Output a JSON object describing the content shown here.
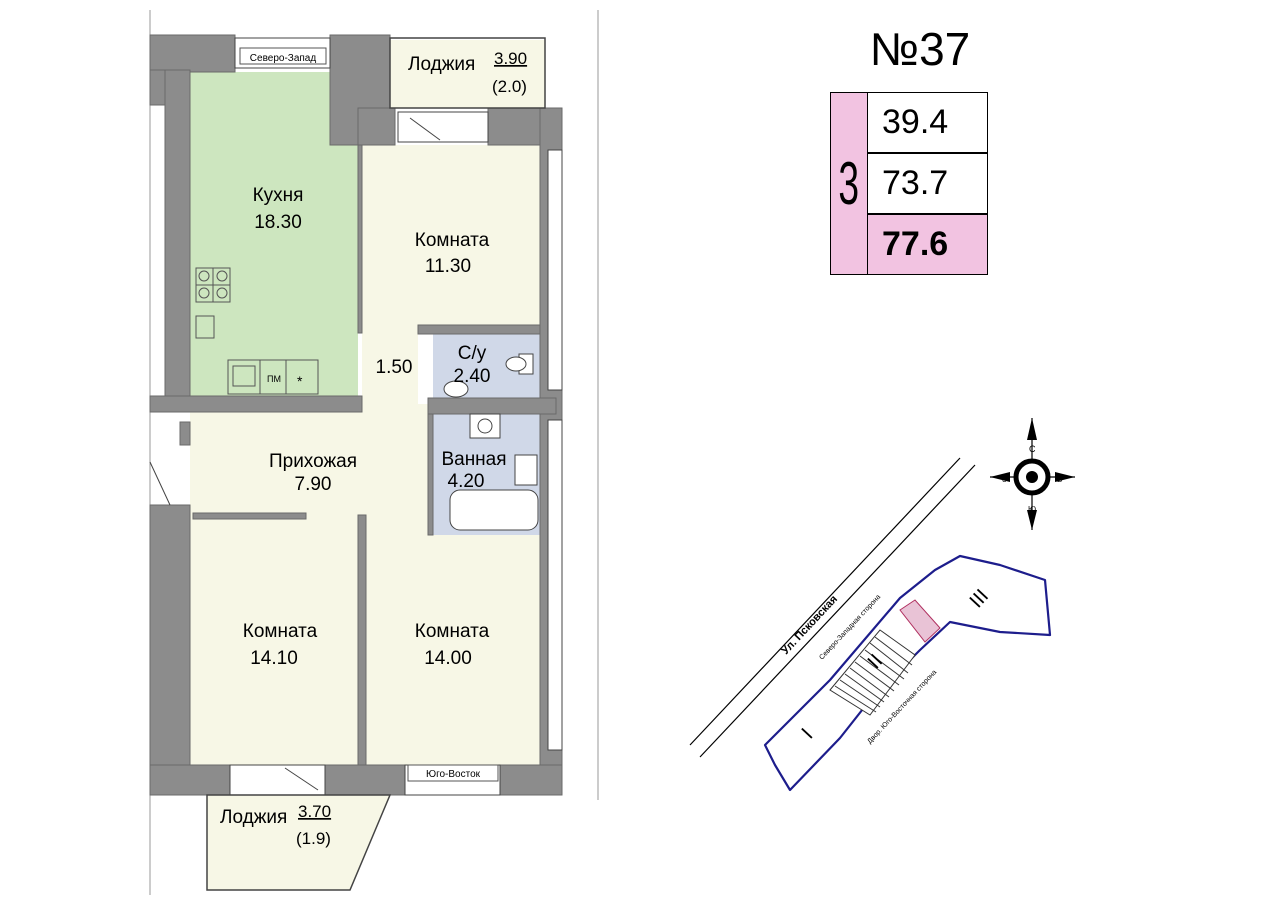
{
  "apartment": {
    "number_label": "№37",
    "rooms_count": "3",
    "living_area": "39.4",
    "total_area": "73.7",
    "total_with_loggia": "77.6"
  },
  "directions": {
    "north_west": "Северо-Запад",
    "south_east": "Юго-Восток"
  },
  "rooms": {
    "kitchen": {
      "name": "Кухня",
      "area": "18.30"
    },
    "room_top": {
      "name": "Комната",
      "area": "11.30"
    },
    "corridor": {
      "area": "1.50"
    },
    "toilet": {
      "name": "С/у",
      "area": "2.40"
    },
    "bath": {
      "name": "Ванная",
      "area": "4.20"
    },
    "hall": {
      "name": "Прихожая",
      "area": "7.90"
    },
    "room_left": {
      "name": "Комната",
      "area": "14.10"
    },
    "room_right": {
      "name": "Комната",
      "area": "14.00"
    },
    "loggia_top": {
      "name": "Лоджия",
      "area": "3.90",
      "reduced": "(2.0)"
    },
    "loggia_bottom": {
      "name": "Лоджия",
      "area": "3.70",
      "reduced": "(1.9)"
    }
  },
  "appliances": {
    "dishwasher": "ПМ",
    "extra": "*"
  },
  "site_plan": {
    "street": "Ул. Псковская",
    "nw_side": "Северо-Западная сторона",
    "courtyard": "Двор. Юго-Восточная сторона",
    "sections": [
      "I",
      "II",
      "III"
    ]
  },
  "compass": {
    "n": "С",
    "s": "Ю",
    "w": "З",
    "e": "В"
  },
  "colors": {
    "wall": "#8c8c8c",
    "kitchen": "#cde6bf",
    "living": "#f7f7e6",
    "wet": "#d0d8e8",
    "accent": "#f2c3e1",
    "site_outline": "#1d1d8c"
  }
}
